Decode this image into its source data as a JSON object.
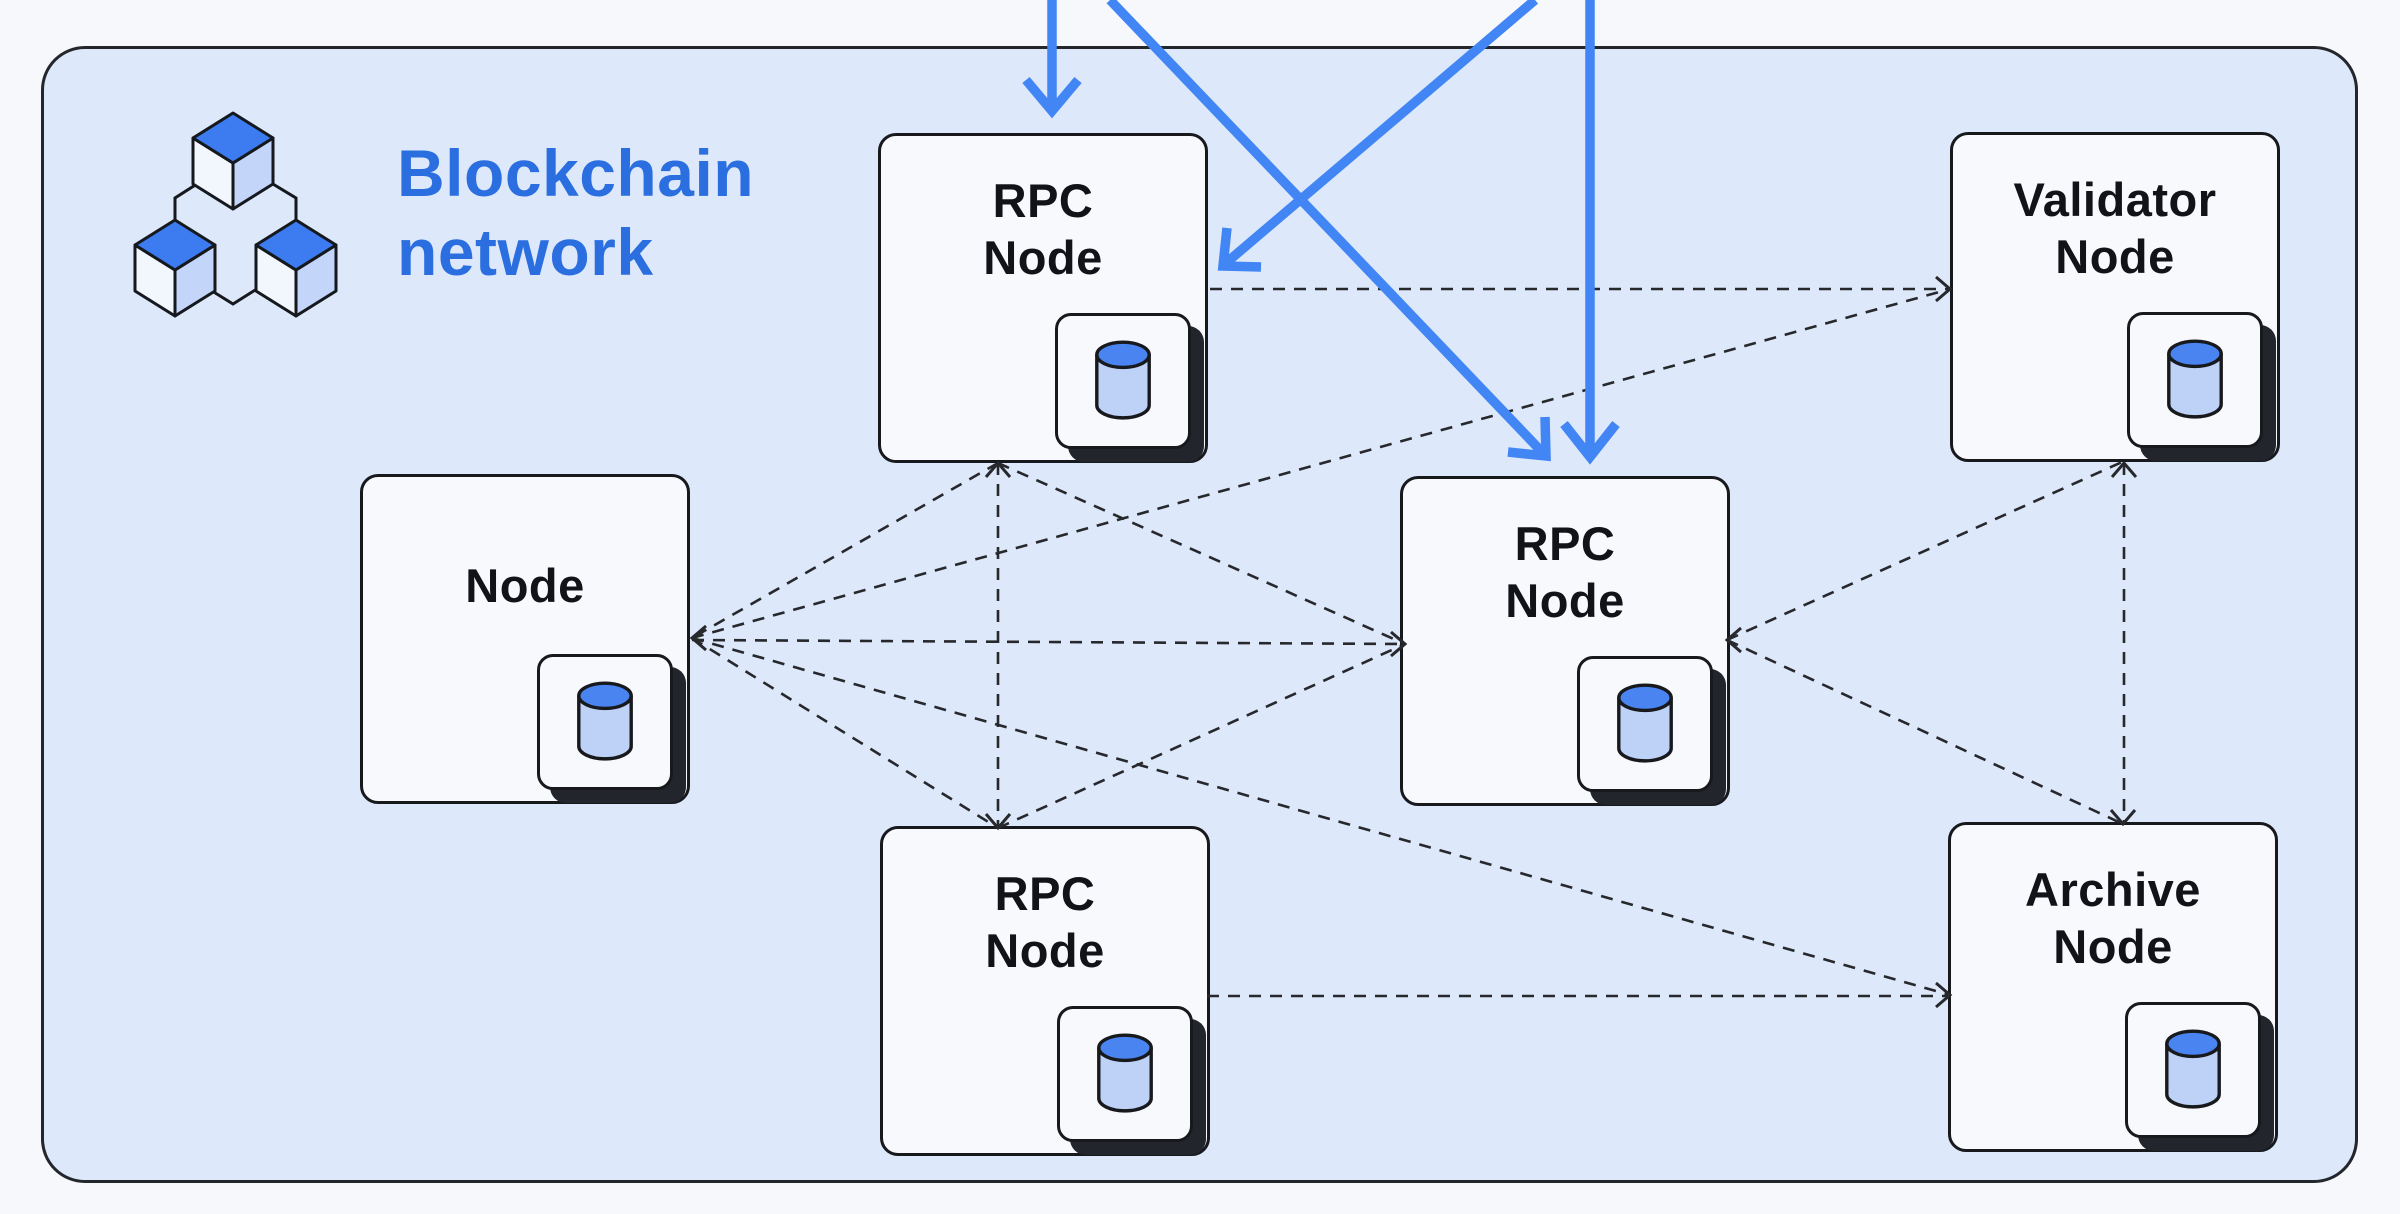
{
  "header": {
    "title_line1": "Blockchain",
    "title_line2": "network"
  },
  "nodes": [
    {
      "id": "rpc-top",
      "line1": "RPC",
      "line2": "Node"
    },
    {
      "id": "validator",
      "line1": "Validator",
      "line2": "Node"
    },
    {
      "id": "node-left",
      "line1": "Node",
      "line2": ""
    },
    {
      "id": "rpc-center",
      "line1": "RPC",
      "line2": "Node"
    },
    {
      "id": "rpc-bottom",
      "line1": "RPC",
      "line2": "Node"
    },
    {
      "id": "archive",
      "line1": "Archive",
      "line2": "Node"
    }
  ],
  "connections": [
    {
      "from": "rpc-top",
      "to": "validator"
    },
    {
      "from": "rpc-top",
      "to": "rpc-bottom"
    },
    {
      "from": "rpc-top",
      "to": "node-left"
    },
    {
      "from": "rpc-top",
      "to": "rpc-center"
    },
    {
      "from": "node-left",
      "to": "validator"
    },
    {
      "from": "node-left",
      "to": "rpc-center"
    },
    {
      "from": "node-left",
      "to": "rpc-bottom"
    },
    {
      "from": "node-left",
      "to": "archive"
    },
    {
      "from": "rpc-bottom",
      "to": "rpc-center"
    },
    {
      "from": "rpc-bottom",
      "to": "archive"
    },
    {
      "from": "rpc-center",
      "to": "validator"
    },
    {
      "from": "rpc-center",
      "to": "archive"
    },
    {
      "from": "validator",
      "to": "archive"
    }
  ],
  "external_arrows": [
    {
      "target": "rpc-top"
    },
    {
      "target": "rpc-top"
    },
    {
      "target": "rpc-center"
    },
    {
      "target": "rpc-center"
    }
  ],
  "colors": {
    "page_bg": "#f7f8fb",
    "panel_bg": "#dde8fb",
    "panel_border": "#23262b",
    "node_bg": "#f7f9fc",
    "node_border": "#17191d",
    "shadow": "#22252b",
    "accent_blue": "#4285f4",
    "title_blue": "#2a6ee0",
    "cylinder_top": "#4a84f0",
    "cylinder_body": "#bed2f7",
    "cube_top": "#3c7bf0",
    "cube_left": "#f2f6fd",
    "cube_right": "#c3d5f8",
    "text_dark": "#111318",
    "line_dark": "#26282c"
  }
}
